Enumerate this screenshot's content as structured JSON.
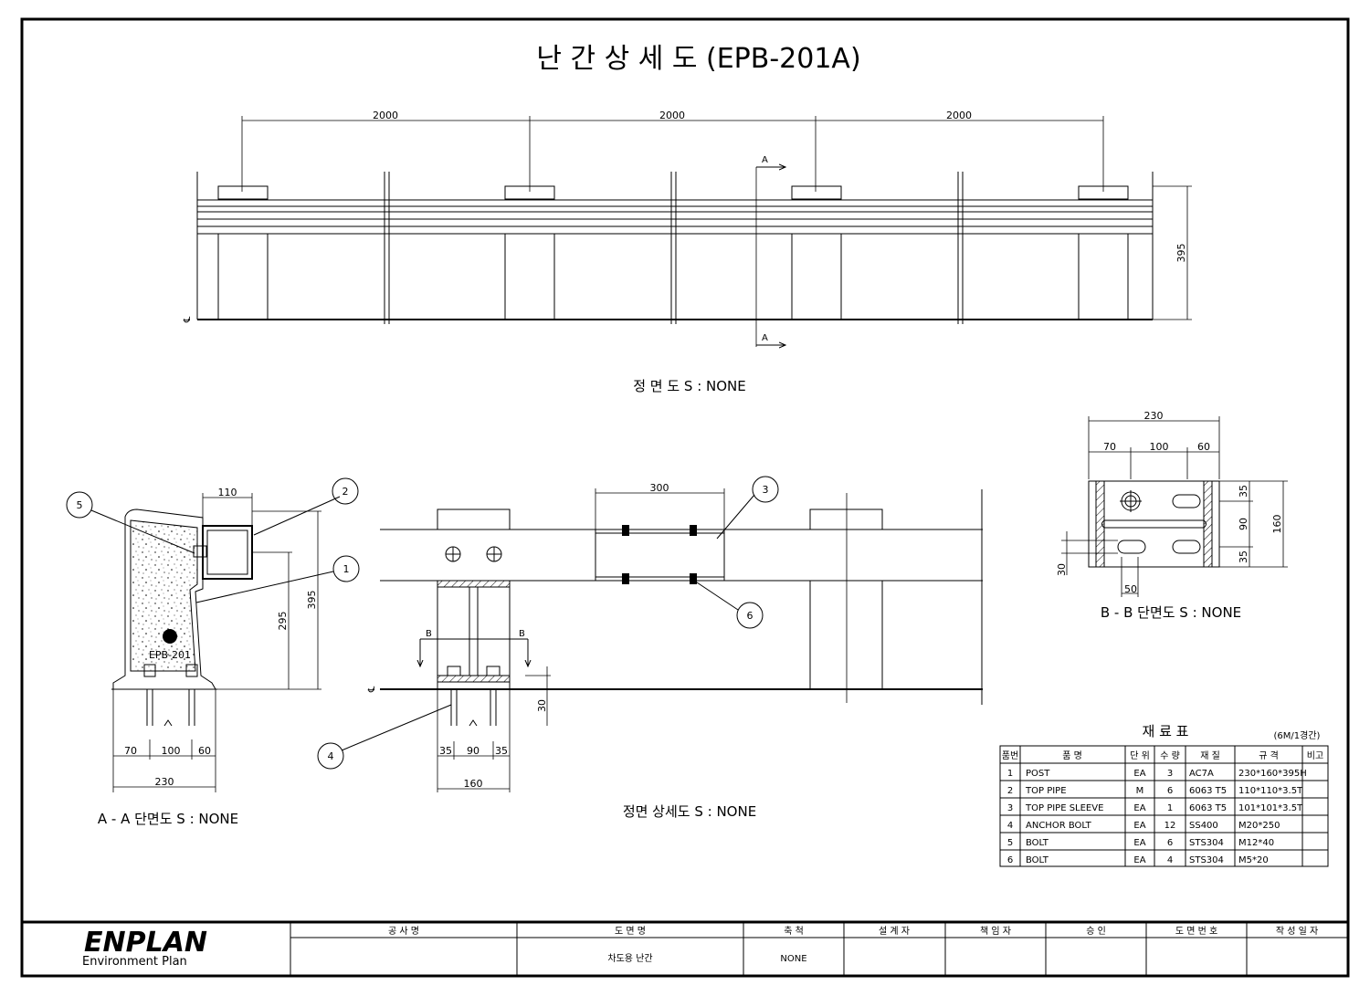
{
  "title": "난 간 상 세 도 (EPB-201A)",
  "views": {
    "front": {
      "caption": "정 면 도  S : NONE",
      "span_dims": [
        "2000",
        "2000",
        "2000"
      ],
      "height_dim": "395",
      "section_mark": "A",
      "centerline": "℄"
    },
    "section_aa": {
      "caption": "A - A 단면도  S : NONE",
      "dims": {
        "top": "110",
        "h_inner": "295",
        "h_total": "395",
        "b1": "70",
        "b2": "100",
        "b3": "60",
        "b_total": "230"
      },
      "emblem_text": "EPB-201"
    },
    "front_detail": {
      "caption": "정면 상세도  S : NONE",
      "dims": {
        "sleeve": "300",
        "b1": "35",
        "b2": "90",
        "b3": "35",
        "b_total": "160",
        "embed": "30"
      },
      "section_mark": "B",
      "centerline": "℄"
    },
    "section_bb": {
      "caption": "B - B 단면도  S : NONE",
      "dims": {
        "w_total": "230",
        "w1": "70",
        "w2": "100",
        "w3": "60",
        "h1": "35",
        "h2": "90",
        "h3": "35",
        "h_total": "160",
        "slot": "50",
        "edge": "30"
      }
    }
  },
  "callouts": [
    "1",
    "2",
    "3",
    "4",
    "5",
    "6"
  ],
  "materials": {
    "title": "재  료  표",
    "note": "(6M/1경간)",
    "headers": [
      "품번",
      "품    명",
      "단 위",
      "수 량",
      "재    질",
      "규    격",
      "비고"
    ],
    "rows": [
      [
        "1",
        "POST",
        "EA",
        "3",
        "AC7A",
        "230*160*395H",
        ""
      ],
      [
        "2",
        "TOP PIPE",
        "M",
        "6",
        "6063 T5",
        "110*110*3.5T",
        ""
      ],
      [
        "3",
        "TOP PIPE SLEEVE",
        "EA",
        "1",
        "6063 T5",
        "101*101*3.5T",
        ""
      ],
      [
        "4",
        "ANCHOR BOLT",
        "EA",
        "12",
        "SS400",
        "M20*250",
        ""
      ],
      [
        "5",
        "BOLT",
        "EA",
        "6",
        "STS304",
        "M12*40",
        ""
      ],
      [
        "6",
        "BOLT",
        "EA",
        "4",
        "STS304",
        "M5*20",
        ""
      ]
    ]
  },
  "title_block": {
    "logo": "ENPLAN",
    "logo_sub": "Environment Plan",
    "headers": [
      "공    사    명",
      "도    면    명",
      "축    척",
      "설  계  자",
      "책  임  자",
      "승    인",
      "도 면 번 호",
      "작 성 일 자"
    ],
    "values": [
      "",
      "차도용 난간",
      "NONE",
      "",
      "",
      "",
      "",
      ""
    ]
  }
}
